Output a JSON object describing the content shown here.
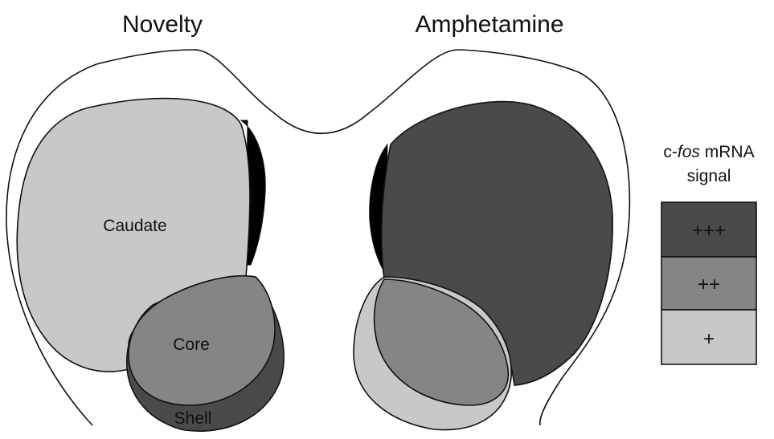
{
  "titles": {
    "left": "Novelty",
    "right": "Amphetamine"
  },
  "labels": {
    "caudate": "Caudate",
    "core": "Core",
    "shell": "Shell"
  },
  "legend": {
    "title_prefix": "c-",
    "title_italic": "fos",
    "title_suffix": " mRNA",
    "title_line2": "signal",
    "levels": [
      {
        "symbol": "+++",
        "color": "#4a4a4a"
      },
      {
        "symbol": "++",
        "color": "#858585"
      },
      {
        "symbol": "+",
        "color": "#c8c8c8"
      }
    ]
  },
  "colors": {
    "high": "#4a4a4a",
    "medium": "#858585",
    "low": "#c8c8c8",
    "ventricle": "#000000",
    "outline": "#111111"
  },
  "regions": {
    "novelty": {
      "caudate": "+",
      "core": "++",
      "shell": "+++"
    },
    "amphetamine": {
      "caudate": "+++",
      "core": "++",
      "shell": "+"
    }
  }
}
